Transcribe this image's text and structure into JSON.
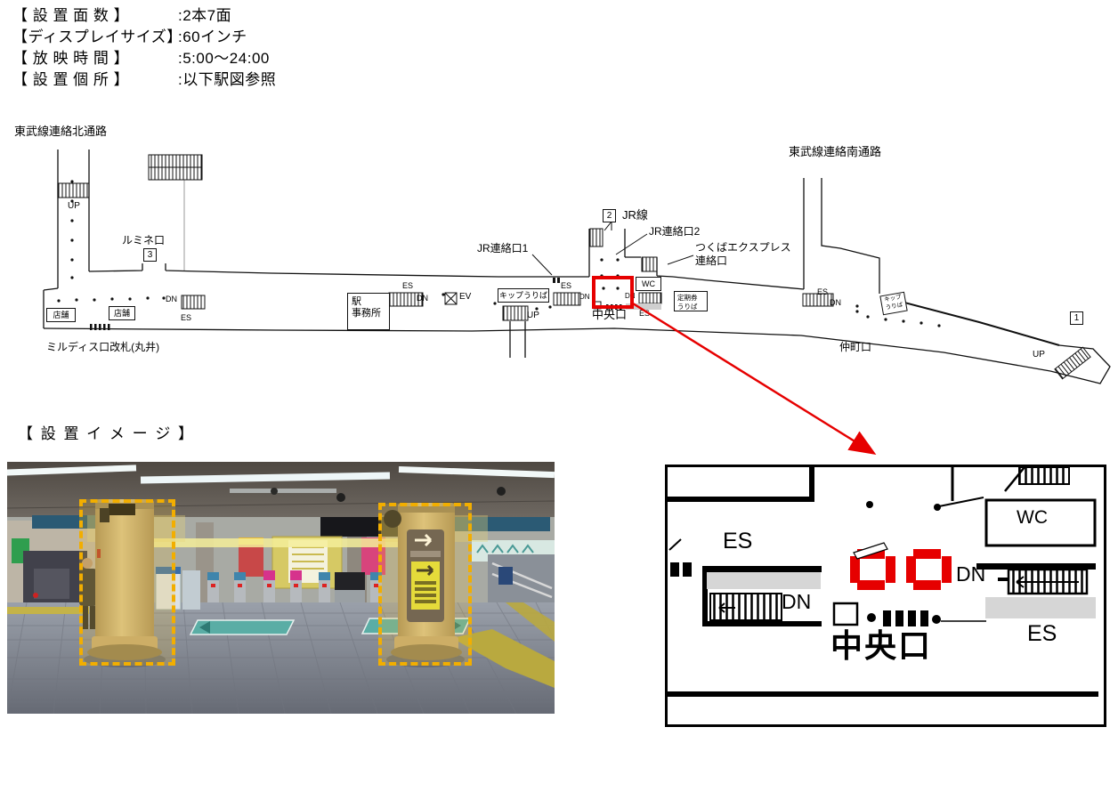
{
  "specs": {
    "rows": [
      {
        "label": "【 設 置 面 数 】",
        "value": ":2本7面"
      },
      {
        "label": "【ディスプレイサイズ】",
        "value": ":60インチ"
      },
      {
        "label": "【 放 映 時 間 】",
        "value": ":5:00～24:00"
      },
      {
        "label": "【 設 置 個 所 】",
        "value": ":以下駅図参照"
      }
    ]
  },
  "map": {
    "north_passage": "東武線連絡北通路",
    "south_passage": "東武線連絡南通路",
    "lumine_exit": "ルミネ口",
    "lumine_no": "3",
    "jr_line": "JR線",
    "jr_line_no": "2",
    "jr_gate1": "JR連絡口1",
    "jr_gate2": "JR連絡口2",
    "tx_line1": "つくばエクスプレス",
    "tx_line2": "連絡口",
    "central_exit": "中央口",
    "nakacho_exit": "仲町口",
    "nakacho_no": "1",
    "mildix_gate": "ミルディス口改札(丸井)",
    "office_line1": "駅",
    "office_line2": "事務所",
    "shop": "店舗",
    "ticket_window": "キップうりば",
    "ticket_line1": "キップ",
    "ticket_line2": "うりば",
    "pass_line1": "定期券",
    "pass_line2": "うりば",
    "up": "UP",
    "dn": "DN",
    "es": "ES",
    "ev": "EV",
    "wc": "WC"
  },
  "install": {
    "title": "【 設 置 イ メ ー ジ 】"
  },
  "inset": {
    "wc": "WC",
    "es": "ES",
    "dn": "DN",
    "central_exit": "中央口"
  },
  "colors": {
    "marker_red": "#e60000",
    "highlight_orange": "#f2ae00"
  }
}
